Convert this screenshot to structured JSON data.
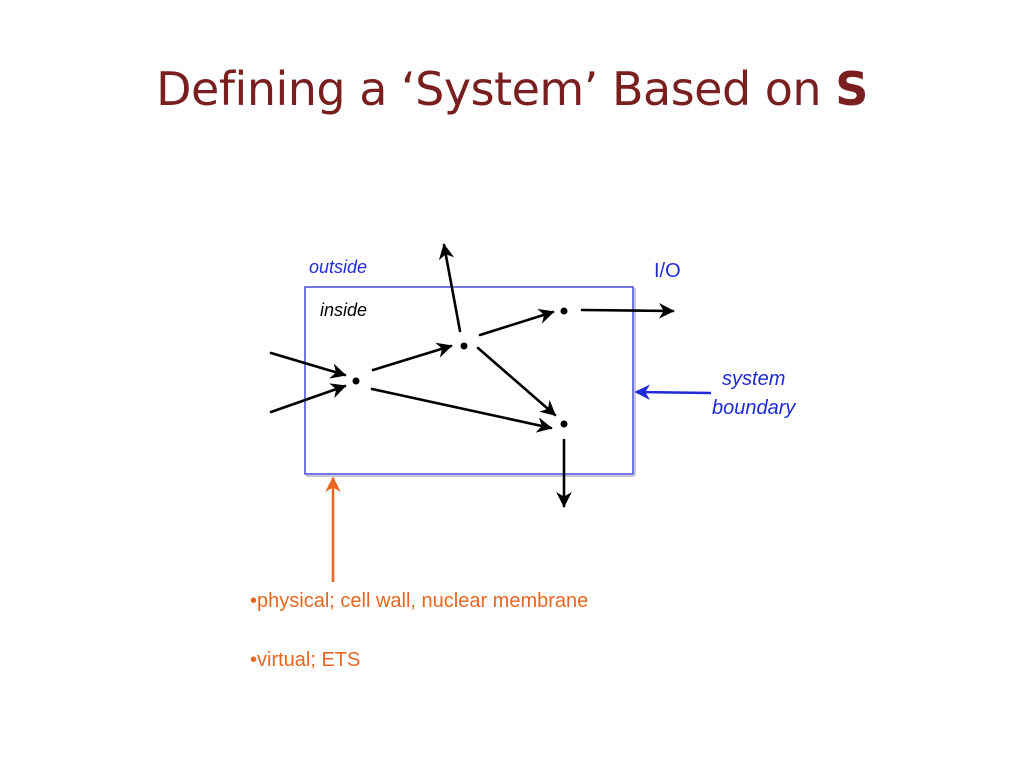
{
  "slide": {
    "title_prefix": "Defining a ‘System’ Based on ",
    "title_bold": "S"
  },
  "diagram": {
    "outside_label": "outside",
    "inside_label": "inside",
    "io_label": "I/O",
    "boundary_label_line1": "system",
    "boundary_label_line2": "boundary",
    "colors": {
      "boundary": "#2430d8",
      "boundary_arrow": "#1f2bd6",
      "orange_arrow": "#e8661f",
      "node_arrows": "#000000"
    }
  },
  "bullets": [
    "•physical; cell wall, nuclear membrane",
    "•virtual; ETS"
  ]
}
